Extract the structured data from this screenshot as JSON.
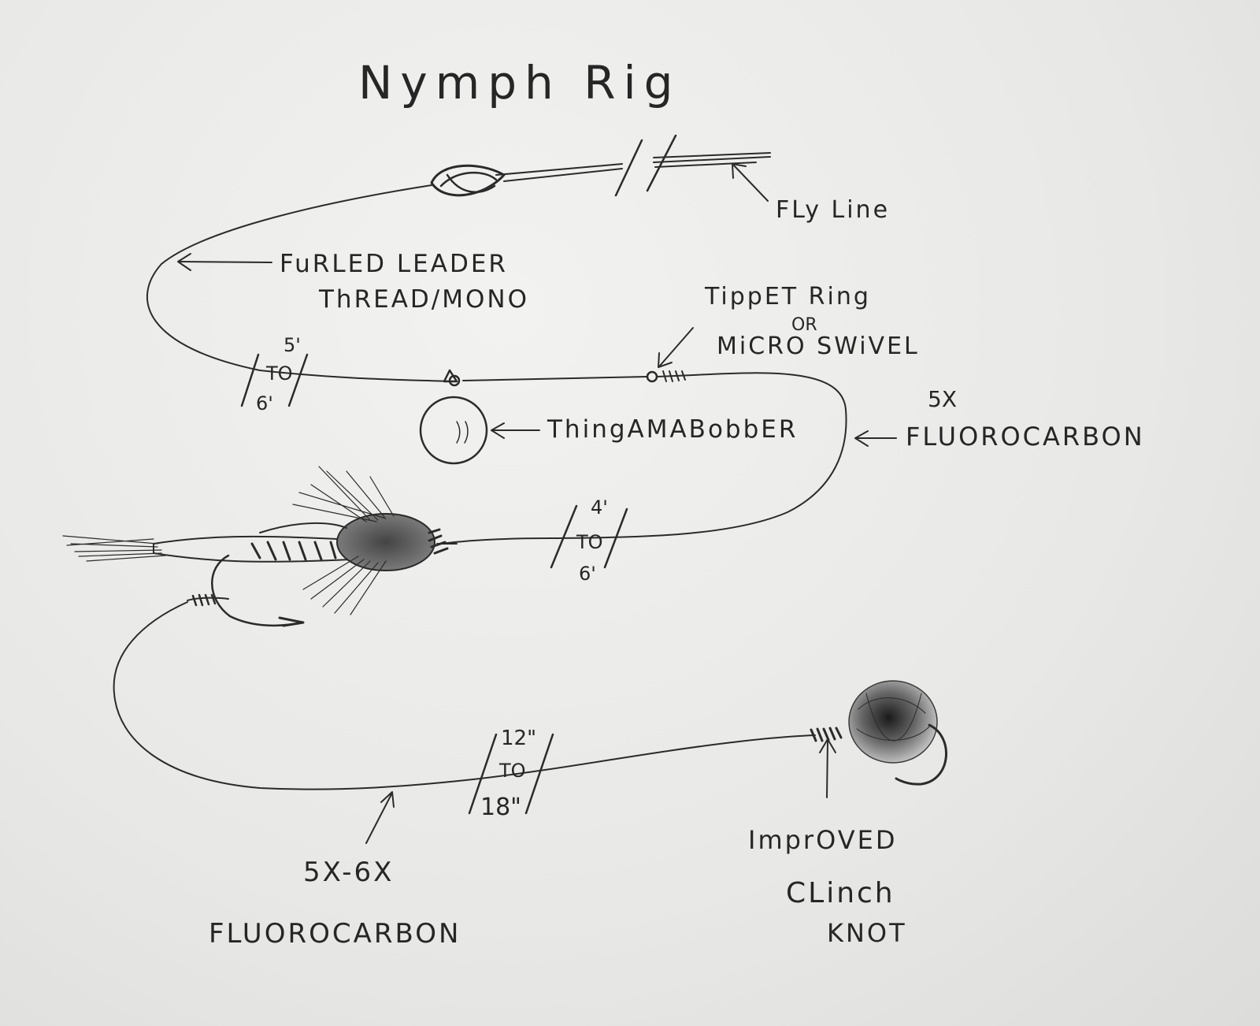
{
  "title": "Nymph Rig",
  "labels": {
    "fly_line": "FLy Line",
    "furled_leader": "FuRLED LEADER",
    "thread_mono": "ThREAD/MONO",
    "tippet_ring": "TippET Ring",
    "or": "OR",
    "micro_swivel": "MiCRO SWiVEL",
    "five_x": "5X",
    "fluorocarbon_right": "FLUOROCARBON",
    "thingamabobber": "ThingAMABobbER",
    "seg1": [
      "5'",
      "TO",
      "6'"
    ],
    "seg2": [
      "4'",
      "TO",
      "6'"
    ],
    "seg3": [
      "12\"",
      "TO",
      "18\""
    ],
    "five_six_x": "5X-6X",
    "fluorocarbon_bottom": "FLUOROCARBON",
    "improved": "ImprOVED",
    "clinch": "CLinch",
    "knot": "KNOT"
  },
  "colors": {
    "ink": "#2b2b2b",
    "paper": "#ededeb"
  }
}
